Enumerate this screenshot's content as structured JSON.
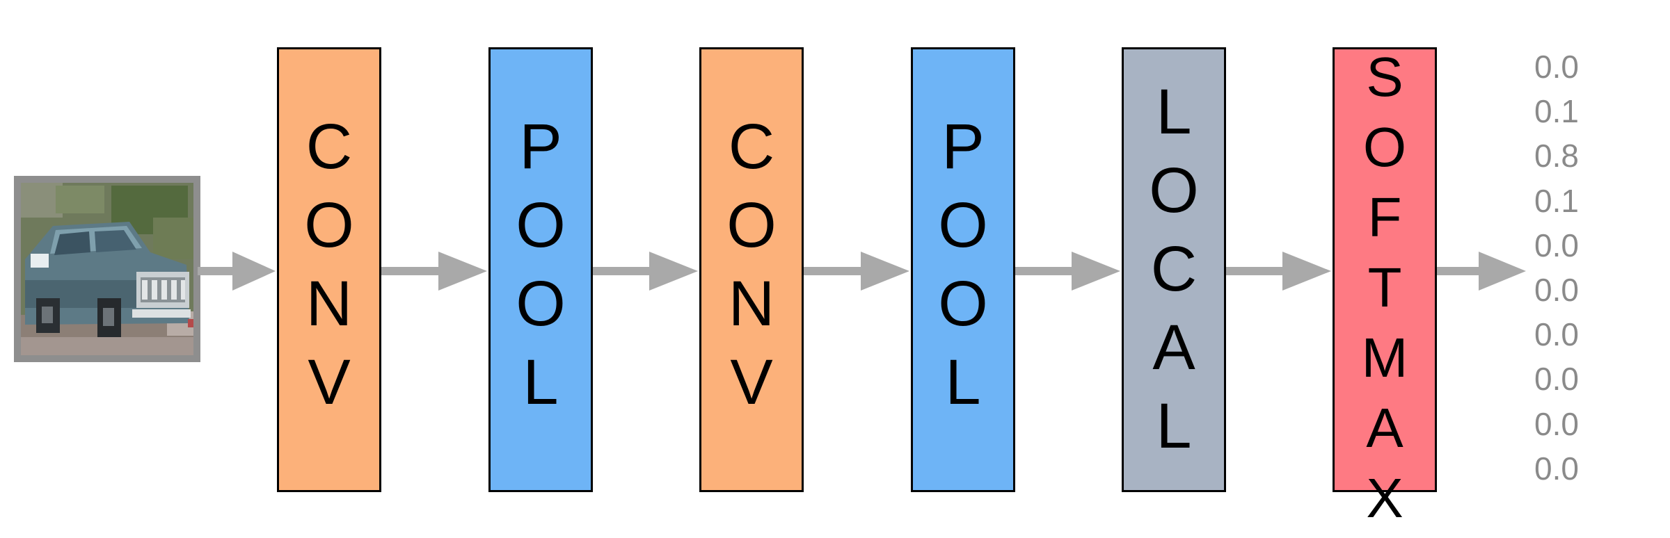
{
  "input_image": {
    "content": "pixelated photo of a blue-grey car"
  },
  "layers": [
    {
      "label": "CONV",
      "color": "#fcb17a"
    },
    {
      "label": "POOL",
      "color": "#6eb4f6"
    },
    {
      "label": "CONV",
      "color": "#fcb17a"
    },
    {
      "label": "POOL",
      "color": "#6eb4f6"
    },
    {
      "label": "LOCAL",
      "color": "#a8b3c3"
    },
    {
      "label": "SOFTMAX",
      "color": "#fe7a83"
    }
  ],
  "arrow_color": "#a9a9a9",
  "output_values": [
    "0.0",
    "0.1",
    "0.8",
    "0.1",
    "0.0",
    "0.0",
    "0.0",
    "0.0",
    "0.0",
    "0.0"
  ]
}
